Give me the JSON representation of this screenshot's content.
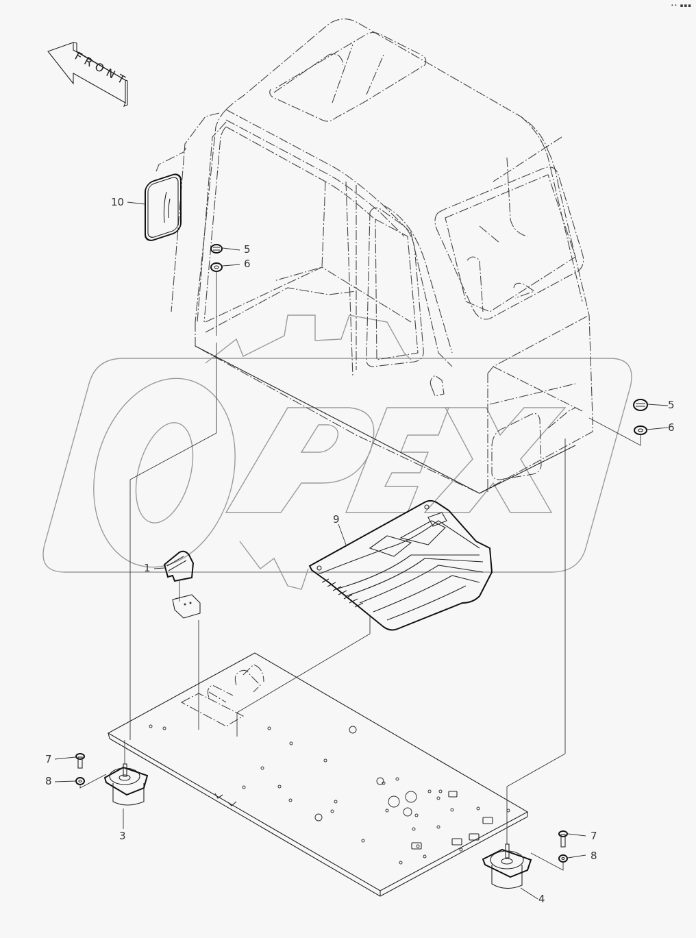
{
  "diagram": {
    "type": "exploded-parts-diagram",
    "subject": "operator cab mounting assembly",
    "direction_indicator": {
      "label": "FRONT",
      "icon": "arrow-left-up"
    },
    "watermark": {
      "text": "OPEX",
      "style": "outlined gear + letters"
    },
    "corner_mark": "•• ▪▪▪",
    "colors": {
      "background": "#f7f7f7",
      "line": "#222222",
      "dashed_line": "#444444",
      "watermark": "#9a9a9a",
      "text": "#333333"
    }
  },
  "callouts": [
    {
      "id": "c10",
      "number": "10",
      "part": "mirror"
    },
    {
      "id": "c5a",
      "number": "5",
      "part": "nut"
    },
    {
      "id": "c6a",
      "number": "6",
      "part": "washer"
    },
    {
      "id": "c5b",
      "number": "5",
      "part": "nut"
    },
    {
      "id": "c6b",
      "number": "6",
      "part": "washer"
    },
    {
      "id": "c9",
      "number": "9",
      "part": "floor mat"
    },
    {
      "id": "c1",
      "number": "1",
      "part": "pedal cover"
    },
    {
      "id": "c7a",
      "number": "7",
      "part": "bolt"
    },
    {
      "id": "c8a",
      "number": "8",
      "part": "washer"
    },
    {
      "id": "c3",
      "number": "3",
      "part": "cab mount (front)"
    },
    {
      "id": "c7b",
      "number": "7",
      "part": "bolt"
    },
    {
      "id": "c8b",
      "number": "8",
      "part": "washer"
    },
    {
      "id": "c4",
      "number": "4",
      "part": "cab mount (rear)"
    }
  ],
  "components": [
    {
      "name": "cab-frame",
      "style": "phantom (dash-dot)"
    },
    {
      "name": "floor-plate",
      "style": "solid"
    }
  ]
}
